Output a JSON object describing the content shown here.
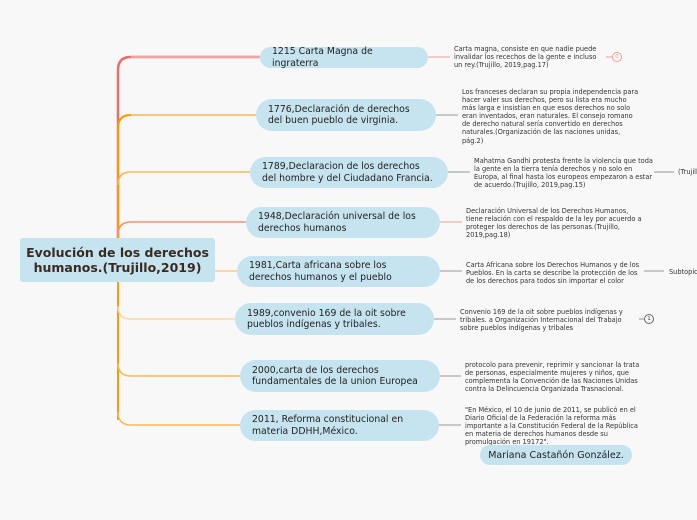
{
  "root": "Evolución de los derechos humanos.(Trujillo,2019)",
  "topics": [
    {
      "label": "1215 Carta Magna de ingraterra",
      "note": "Carta magna, consiste en que nadie puede invalidar los recechos de la gente e incluso un rey.(Trujillo, 2019,pag.17)",
      "badge": "0"
    },
    {
      "label": "1776,Declaración de derechos del buen pueblo de virginia.",
      "note": "Los franceses declaran su propia independencia para hacer valer sus derechos, pero su lista era mucho más larga e insistían en que esos derechos no solo eran inventados, eran naturales. El consejo romano de derecho natural sería convertido en derechos naturales.(Organización de las naciones unidas, pág.2)"
    },
    {
      "label": "1789,Declaracion de los derechos del hombre y del Ciudadano Francia.",
      "note": "Mahatma Gandhi protesta frente la violencia que toda la gente en la tierra tenía derechos y no solo en Europa, al final hasta los europeos empezaron a estar de acuerdo.(Trujillo, 2019,pag.15)",
      "sub": "(Trujill"
    },
    {
      "label": "1948,Declaración universal de los derechos humanos",
      "note": "Declaración Universal de los Derechos Humanos, tiene relación con el respaldo de la ley por acuerdo a proteger los derechos de las personas.(Trujillo, 2019,pag.18)"
    },
    {
      "label": "1981,Carta africana sobre los derechos humanos y el pueblo",
      "note": "Carta Africana sobre los Derechos Humanos y de los Pueblos. En la carta se describe la protección de los de los derechos para todos sin importar el color",
      "sub": "Subtopic"
    },
    {
      "label": "1989,convenio 169 de la oit sobre pueblos indígenas y tribales.",
      "note": "Convenio 169 de la oit sobre pueblos indígenas y tribales. a Organización Internacional del Trabajo sobre pueblos indígenas y tribales",
      "badge": "1"
    },
    {
      "label": "2000,carta de los derechos fundamentales de la union Europea",
      "note": "protocolo para prevenir, reprimir y sancionar la trata de personas, especialmente mujeres y niños, que complementa la Convención de las Naciones Unidas contra la Delincuencia Organizada Trasnacional."
    },
    {
      "label": "2011, Reforma constitucional en materia DDHH,México.",
      "note": "\"En México, el 10 de junio de 2011, se publicó en el Diario Oficial de la Federación la reforma más importante a la Constitución Federal de la República en materia de derechos humanos desde su promulgación en 19172\"."
    }
  ],
  "author": "Mariana Castañón González.",
  "colors": {
    "node": "#c6e4f0",
    "branch_red": "#e8474a",
    "branch_orange": "#ff9900"
  }
}
